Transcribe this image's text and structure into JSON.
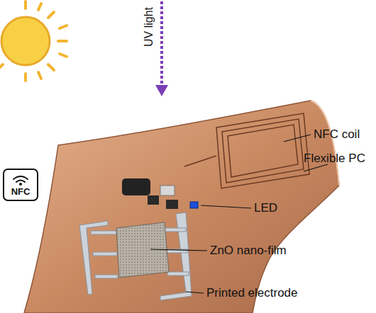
{
  "diagram": {
    "nodes": [
      {
        "text": [
          "NFC"
        ]
      }
    ],
    "edges": [],
    "labels": [
      "UV light",
      "NFC coil",
      "Flexible PC",
      "LED",
      "ZnO nano-film",
      "Printed electrode"
    ]
  }
}
